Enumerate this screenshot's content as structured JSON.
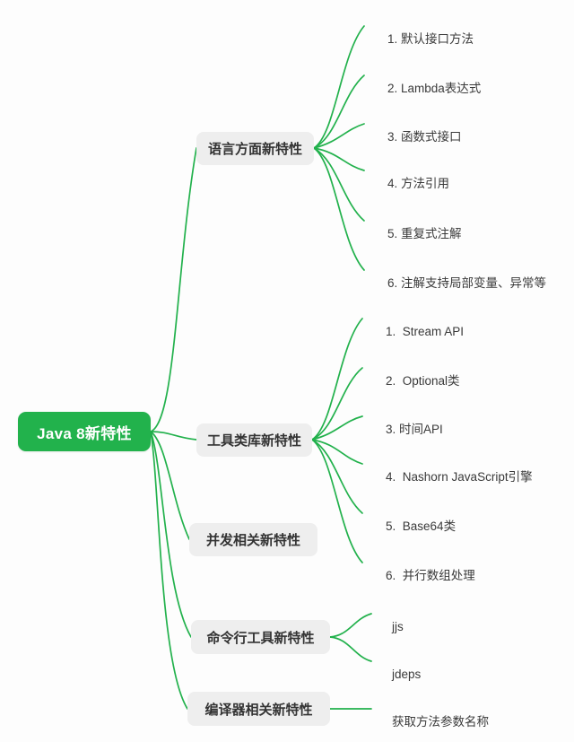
{
  "mindmap": {
    "title": "Java 8新特性",
    "colors": {
      "root_bg": "#22b24c",
      "root_text": "#ffffff",
      "branch_bg": "#eeeeee",
      "branch_text": "#333333",
      "leaf_text": "#3a3a3a",
      "edge": "#22b14c",
      "canvas_bg": "#fdfdfd"
    },
    "root": {
      "label": "Java 8新特性"
    },
    "branches": [
      {
        "label": "语言方面新特性",
        "leaves": [
          {
            "label": "1. 默认接口方法"
          },
          {
            "label": "2. Lambda表达式"
          },
          {
            "label": "3. 函数式接口"
          },
          {
            "label": "4. 方法引用"
          },
          {
            "label": "5. 重复式注解"
          },
          {
            "label": "6. 注解支持局部变量、异常等"
          }
        ]
      },
      {
        "label": "工具类库新特性",
        "leaves": [
          {
            "label": "1.  Stream API"
          },
          {
            "label": "2.  Optional类"
          },
          {
            "label": "3. 时间API"
          },
          {
            "label": "4.  Nashorn JavaScript引擎"
          },
          {
            "label": "5.  Base64类"
          },
          {
            "label": "6.  并行数组处理"
          }
        ]
      },
      {
        "label": "并发相关新特性",
        "leaves": []
      },
      {
        "label": "命令行工具新特性",
        "leaves": [
          {
            "label": "jjs"
          },
          {
            "label": "jdeps"
          }
        ]
      },
      {
        "label": "编译器相关新特性",
        "leaves": [
          {
            "label": "获取方法参数名称"
          }
        ]
      }
    ]
  }
}
